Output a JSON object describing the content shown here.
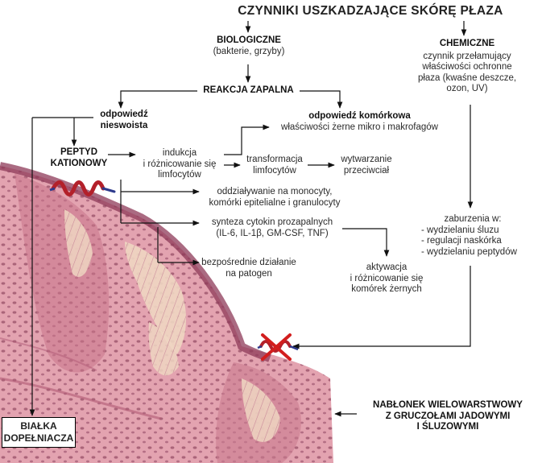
{
  "title": "CZYNNIKI USZKADZAJĄCE SKÓRĘ PŁAZA",
  "nodes": {
    "biologiczne": {
      "title": "BIOLOGICZNE",
      "lines": [
        "(bakterie, grzyby)"
      ]
    },
    "chemiczne": {
      "title": "CHEMICZNE",
      "lines": [
        "czynnik przełamujący",
        "właściwości ochronne",
        "płaza (kwaśne deszcze,",
        "ozon, UV)"
      ]
    },
    "reakcja": {
      "title": "REAKCJA ZAPALNA"
    },
    "nieswoista": {
      "lines": [
        "odpowiedź",
        "nieswoista"
      ]
    },
    "komorkowa": {
      "title": "odpowiedź komórkowa",
      "lines": [
        "właściwości żerne mikro i makrofagów"
      ]
    },
    "peptyd": {
      "lines": [
        "PEPTYD",
        "KATIONOWY"
      ]
    },
    "indukcja": {
      "lines": [
        "indukcja",
        "i różnicowanie się",
        "limfocytów"
      ]
    },
    "transformacja": {
      "lines": [
        "transformacja",
        "limfocytów"
      ]
    },
    "wytwarzanie": {
      "lines": [
        "wytwarzanie",
        "przeciwciał"
      ]
    },
    "monocyty": {
      "lines": [
        "oddziaływanie na monocyty,",
        "komórki epitelialne i granulocyty"
      ]
    },
    "cytokiny": {
      "lines": [
        "synteza cytokin prozapalnych",
        "(IL-6, IL-1β, GM-CSF, TNF)"
      ]
    },
    "patogen": {
      "lines": [
        "bezpośrednie działanie",
        "na patogen"
      ]
    },
    "aktywacja": {
      "lines": [
        "aktywacja",
        "i różnicowanie się",
        "komórek żernych"
      ]
    },
    "zaburzenia": {
      "lines": [
        "zaburzenia w:",
        "- wydzielaniu śluzu",
        "- regulacji naskórka",
        "- wydzielaniu peptydów"
      ]
    },
    "nablonek": {
      "lines": [
        "NABŁONEK WIELOWARSTWOWY",
        "Z GRUCZOŁAMI JADOWYMI",
        "I ŚLUZOWYMI"
      ]
    },
    "bialka": {
      "lines": [
        "BIAŁKA",
        "DOPEŁNIACZA"
      ]
    }
  },
  "icons": {
    "peptide": "alpha-helix-peptide-icon",
    "blocked": "crossed-out-peptide-icon"
  },
  "colors": {
    "tissue_pink": "#e7a7b4",
    "tissue_dark": "#8d3a57",
    "cell_pale": "#f1dcc8",
    "cross_red": "#d21e1e",
    "helix_red": "#b3202a",
    "helix_blue": "#2d3a8c"
  }
}
